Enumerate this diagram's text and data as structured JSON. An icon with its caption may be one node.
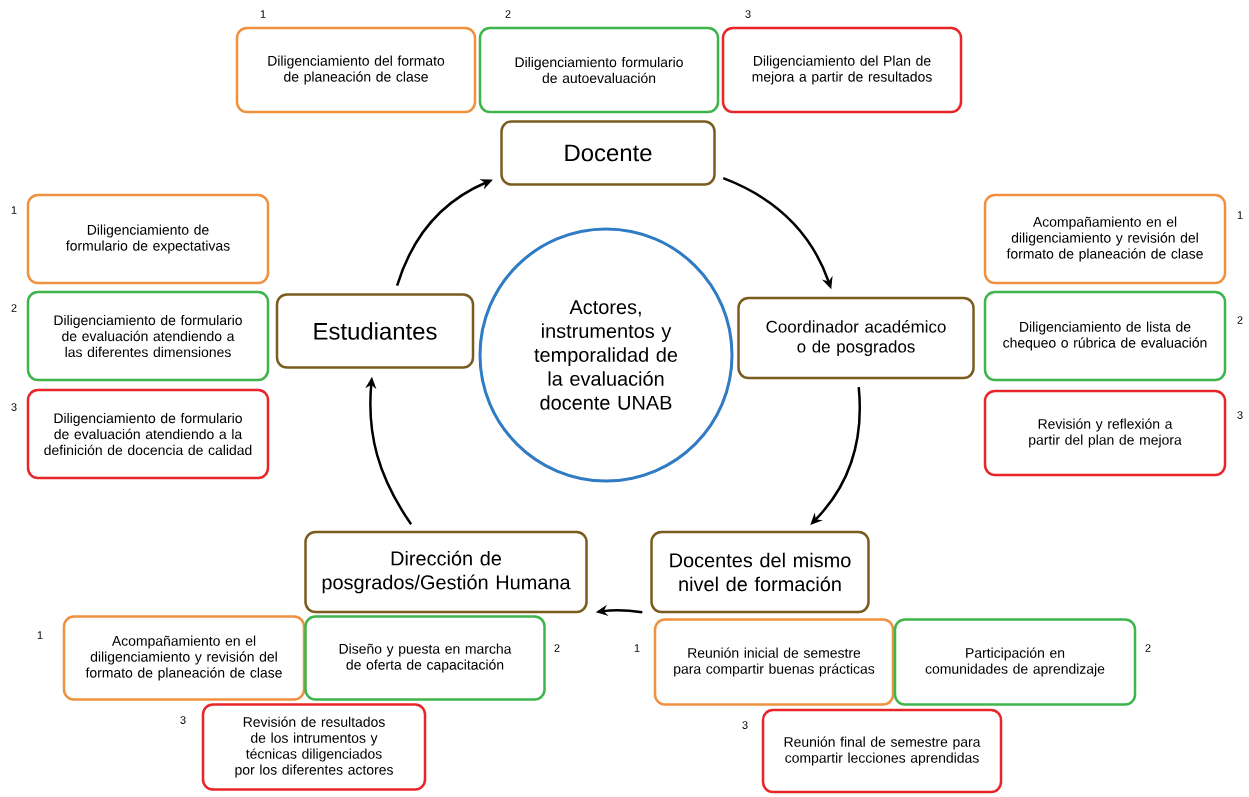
{
  "diagram": {
    "nodes": [
      {
        "text": [
          "Diligenciamiento del formato de planeación de clase"
        ],
        "beside": [
          "1"
        ]
      },
      {
        "text": [
          "Diligenciamiento formulario de autoevaluación"
        ],
        "beside": [
          "2"
        ]
      },
      {
        "text": [
          "Diligenciamiento del Plan de mejora a partir de resultados"
        ],
        "beside": [
          "3"
        ]
      },
      {
        "text": [
          "Docente"
        ]
      },
      {
        "text": [
          "Diligenciamiento de formulario de expectativas"
        ],
        "beside": [
          "1"
        ]
      },
      {
        "text": [
          "Diligenciamiento de formulario de evaluación atendiendo a las diferentes dimensiones"
        ],
        "beside": [
          "2"
        ]
      },
      {
        "text": [
          "Diligenciamiento de formulario de evaluación atendiendo a la definición de docencia de calidad"
        ],
        "beside": [
          "3"
        ]
      },
      {
        "text": [
          "Estudiantes"
        ]
      },
      {
        "text": [
          "Actores, instrumentos y temporalidad de la evaluación docente UNAB"
        ]
      },
      {
        "text": [
          "Coordinador académico o de posgrados"
        ]
      },
      {
        "text": [
          "Acompañamiento en el diligenciamiento y revisión del formato de planeación de clase"
        ],
        "beside": [
          "1"
        ]
      },
      {
        "text": [
          "Diligenciamiento de lista de chequeo o rúbrica de evaluación"
        ],
        "beside": [
          "2"
        ]
      },
      {
        "text": [
          "Revisión y reflexión a partir del plan de mejora"
        ],
        "beside": [
          "3"
        ]
      },
      {
        "text": [
          "Dirección de posgrados/Gestión Humana"
        ]
      },
      {
        "text": [
          "Docentes del mismo nivel de formación"
        ]
      },
      {
        "text": [
          "Acompañamiento en el diligenciamiento y revisión del formato de planeación de clase"
        ],
        "beside": [
          "1"
        ]
      },
      {
        "text": [
          "Diseño y puesta en marcha de oferta de capacitación"
        ],
        "beside": [
          "2"
        ]
      },
      {
        "text": [
          "Revisión de resultados de los intrumentos y técnicas diligenciados por los diferentes actores"
        ],
        "beside": [
          "3"
        ]
      },
      {
        "text": [
          "Reunión inicial de semestre para compartir buenas prácticas"
        ],
        "beside": [
          "1"
        ]
      },
      {
        "text": [
          "Participación en comunidades de aprendizaje"
        ],
        "beside": [
          "2"
        ]
      },
      {
        "text": [
          "Reunión final de semestre para compartir lecciones aprendidas"
        ],
        "beside": [
          "3"
        ]
      }
    ],
    "edges": [
      {
        "from": 3,
        "to": 9,
        "arrow": "to"
      },
      {
        "from": 9,
        "to": 14,
        "arrow": "to"
      },
      {
        "from": 14,
        "to": 13,
        "arrow": "to"
      },
      {
        "from": 13,
        "to": 7,
        "arrow": "to"
      },
      {
        "from": 7,
        "to": 3,
        "arrow": "to"
      }
    ]
  }
}
